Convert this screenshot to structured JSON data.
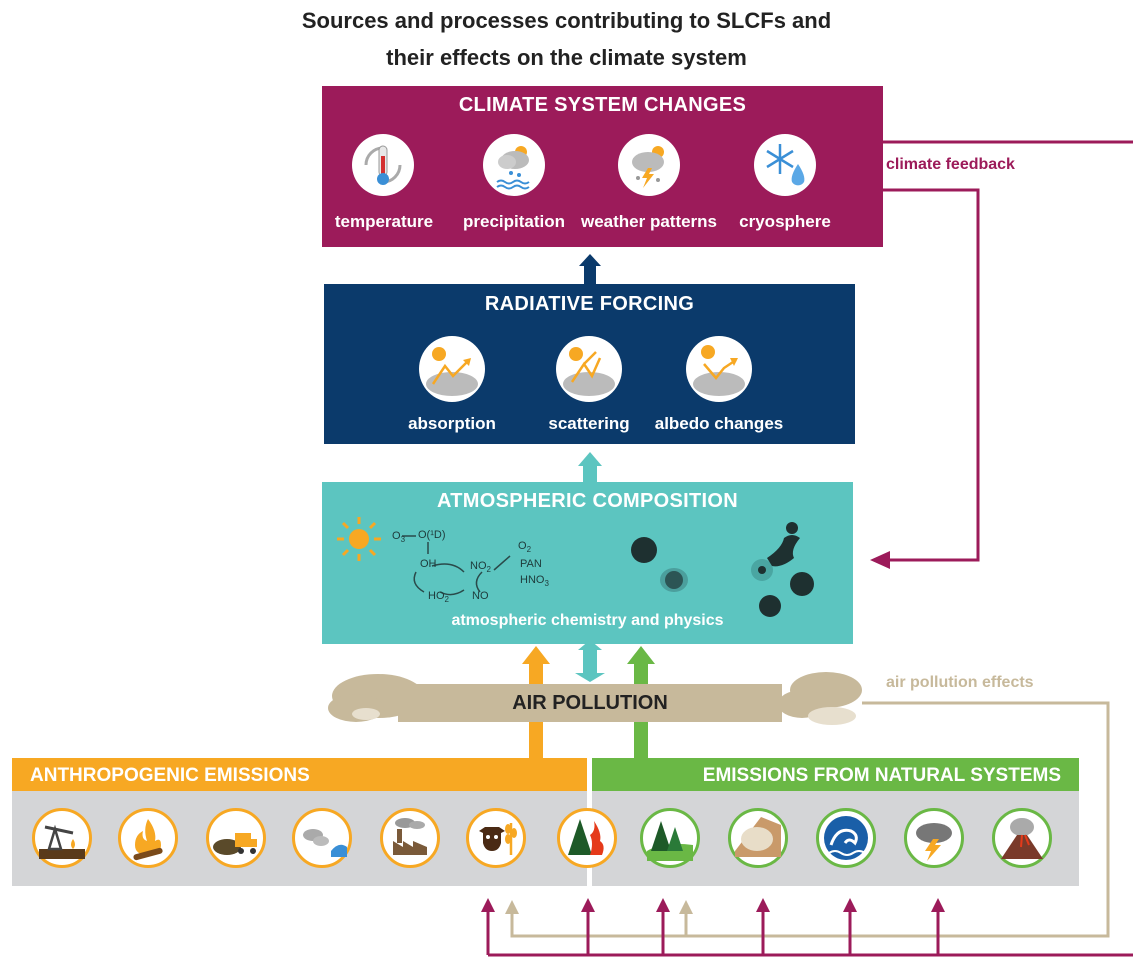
{
  "title_line1": "Sources and processes contributing  to SLCFs and",
  "title_line2": "their effects on the climate system",
  "climate_box": {
    "title": "CLIMATE SYSTEM CHANGES",
    "items": [
      {
        "label": "temperature",
        "icon": "thermometer-icon"
      },
      {
        "label": "precipitation",
        "icon": "rain-cloud-icon"
      },
      {
        "label": "weather patterns",
        "icon": "storm-cloud-icon"
      },
      {
        "label": "cryosphere",
        "icon": "snowflake-icon"
      }
    ]
  },
  "radiative_box": {
    "title": "RADIATIVE FORCING",
    "items": [
      {
        "label": "absorption",
        "icon": "absorption-icon"
      },
      {
        "label": "scattering",
        "icon": "scattering-icon"
      },
      {
        "label": "albedo changes",
        "icon": "albedo-icon"
      }
    ]
  },
  "atmos_box": {
    "title": "ATMOSPHERIC COMPOSITION",
    "subtitle": "atmospheric chemistry and physics",
    "chem": {
      "o3": "O",
      "o3_sub": "3",
      "o1d": "O(¹D)",
      "oh": "OH",
      "ho2": "HO",
      "ho2_sub": "2",
      "no2": "NO",
      "no2_sub": "2",
      "no": "NO",
      "o2": "O",
      "o2_sub": "2",
      "pan": "PAN",
      "hno3": "HNO",
      "hno3_sub": "3"
    }
  },
  "air_pollution": {
    "label": "AIR POLLUTION",
    "effects_label": "air pollution effects"
  },
  "climate_feedback_label": "climate feedback",
  "anthropogenic": {
    "title": "ANTHROPOGENIC EMISSIONS",
    "icons": [
      "oil-pump-icon",
      "fire-icon",
      "waste-truck-icon",
      "vehicle-exhaust-icon",
      "factory-icon",
      "livestock-icon",
      "forest-fire-icon"
    ]
  },
  "natural": {
    "title": "EMISSIONS FROM NATURAL SYSTEMS",
    "icons": [
      "forest-icon",
      "dust-icon",
      "ocean-wave-icon",
      "lightning-cloud-icon",
      "volcano-icon"
    ]
  },
  "colors": {
    "climate": "#9c1b5a",
    "radiative": "#0b3a6b",
    "atmos": "#5cc5c0",
    "air": "#c7b99b",
    "anthro": "#f7a823",
    "natural": "#6ab845",
    "band": "#d4d5d7"
  }
}
